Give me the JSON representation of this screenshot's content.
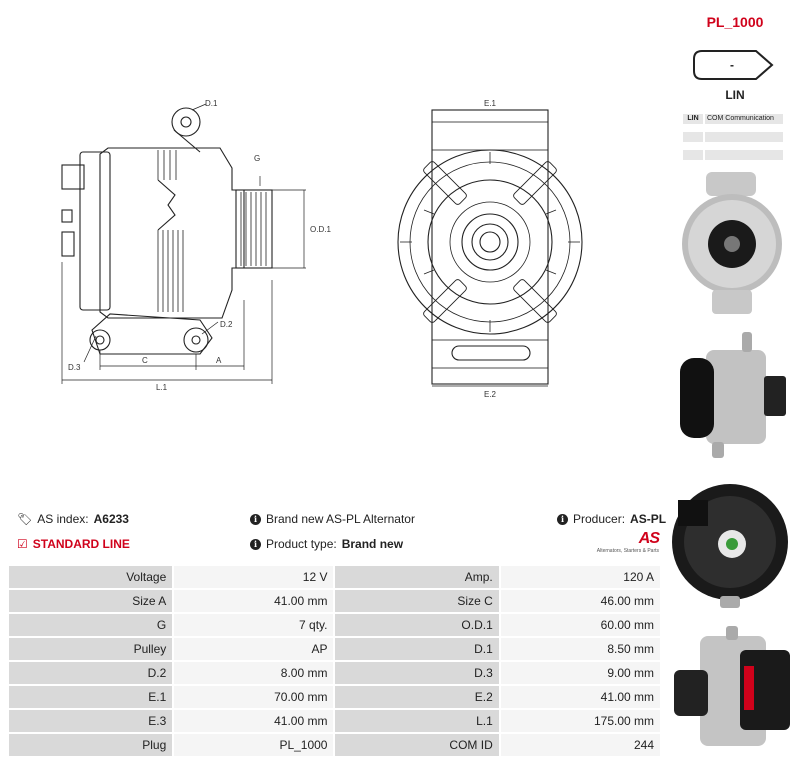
{
  "drawing": {
    "labels": {
      "d1": "D.1",
      "g": "G",
      "od1": "O.D.1",
      "d2": "D.2",
      "d3": "D.3",
      "c": "C",
      "a": "A",
      "l1": "L.1",
      "e1": "E.1",
      "e2": "E.2"
    }
  },
  "plug": {
    "name": "PL_1000",
    "pin_symbol": "-",
    "label": "LIN",
    "pins": [
      {
        "pin": "LIN",
        "function": "COM Communication"
      },
      {
        "pin": "",
        "function": ""
      },
      {
        "pin": "",
        "function": ""
      }
    ]
  },
  "info": {
    "as_index_label": "AS index:",
    "as_index_value": "A6233",
    "standard_line": "STANDARD LINE",
    "description": "Brand new AS-PL Alternator",
    "product_type_label": "Product type:",
    "product_type_value": "Brand new",
    "producer_label": "Producer:",
    "producer_value": "AS-PL",
    "logo_mark": "AS",
    "logo_sub": "Alternators, Starters & Parts"
  },
  "specs": [
    {
      "l1": "Voltage",
      "v1": "12 V",
      "l2": "Amp.",
      "v2": "120 A"
    },
    {
      "l1": "Size A",
      "v1": "41.00 mm",
      "l2": "Size C",
      "v2": "46.00 mm"
    },
    {
      "l1": "G",
      "v1": "7 qty.",
      "l2": "O.D.1",
      "v2": "60.00 mm"
    },
    {
      "l1": "Pulley",
      "v1": "AP",
      "l2": "D.1",
      "v2": "8.50 mm"
    },
    {
      "l1": "D.2",
      "v1": "8.00 mm",
      "l2": "D.3",
      "v2": "9.00 mm"
    },
    {
      "l1": "E.1",
      "v1": "70.00 mm",
      "l2": "E.2",
      "v2": "41.00 mm"
    },
    {
      "l1": "E.3",
      "v1": "41.00 mm",
      "l2": "L.1",
      "v2": "175.00 mm"
    },
    {
      "l1": "Plug",
      "v1": "PL_1000",
      "l2": "COM ID",
      "v2": "244"
    }
  ],
  "colors": {
    "accent": "#d0021b",
    "label_cell": "#d9d9d9",
    "value_cell": "#f5f5f5"
  }
}
